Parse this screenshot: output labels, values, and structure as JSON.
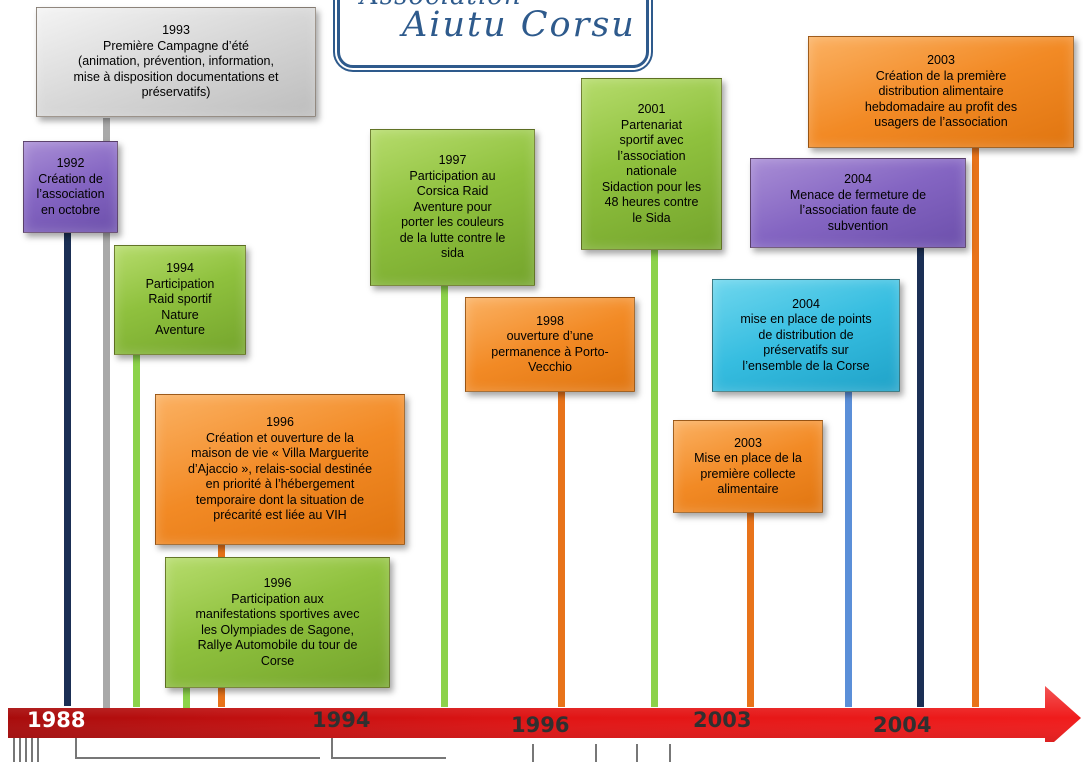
{
  "logo": {
    "line1": "Association",
    "line2": "Aiutu Corsu"
  },
  "timeline_labels": [
    "1988",
    "1994",
    "1996",
    "2003",
    "2004"
  ],
  "events": [
    {
      "id": "e1993-campagne",
      "year": "1993",
      "text": "Première Campagne d’été\n(animation, prévention, information,\nmise à disposition documentations et\npréservatifs)",
      "color": "gray"
    },
    {
      "id": "e1992-creation",
      "year": "1992",
      "text": "Création de\nl’association\nen octobre",
      "color": "purple"
    },
    {
      "id": "e1994-raid",
      "year": "1994",
      "text": "Participation\nRaid sportif\nNature\nAventure",
      "color": "green"
    },
    {
      "id": "e1996-villa",
      "year": "1996",
      "text": "Création et ouverture de la\nmaison de vie « Villa Marguerite\nd’Ajaccio », relais-social destinée\nen priorité à l’hébergement\ntemporaire dont la situation de\nprécarité est liée au VIH",
      "color": "orange"
    },
    {
      "id": "e1996-olympiades",
      "year": "1996",
      "text": "Participation aux\nmanifestations sportives avec\nles Olympiades de Sagone,\nRallye Automobile du tour de\nCorse",
      "color": "green"
    },
    {
      "id": "e1997-corsica-raid",
      "year": "1997",
      "text": "Participation au\nCorsica Raid\nAventure pour\nporter les couleurs\nde la lutte contre le\nsida",
      "color": "green"
    },
    {
      "id": "e1998-permanence",
      "year": "1998",
      "text": "ouverture d’une\npermanence  à Porto-\nVecchio",
      "color": "orange"
    },
    {
      "id": "e2001-sidaction",
      "year": "2001",
      "text": "Partenariat\nsportif avec\nl’association\nnationale\nSidaction pour les\n48 heures contre\nle Sida",
      "color": "green"
    },
    {
      "id": "e2003-collecte",
      "year": "2003",
      "text": "Mise en place de la\npremière collecte\nalimentaire",
      "color": "orange"
    },
    {
      "id": "e2004-preservatifs",
      "year": "2004",
      "text": "mise en place de points\nde distribution de\npréservatifs sur\nl’ensemble de la Corse",
      "color": "blue"
    },
    {
      "id": "e2004-menace",
      "year": "2004",
      "text": "Menace de fermeture de\nl’association faute de\nsubvention",
      "color": "purple"
    },
    {
      "id": "e2003-distribution",
      "year": "2003",
      "text": "Création de la première\ndistribution alimentaire\nhebdomadaire au profit des\nusagers de l’association",
      "color": "orange"
    }
  ],
  "colors": {
    "timeline_arrow": "#d01010",
    "navy_stem": "#1b2f55",
    "gray_stem": "#a9a9a9",
    "green_stem": "#8cd24a",
    "orange_stem": "#e8731a",
    "blue_stem": "#5b8fd8",
    "logo_blue": "#2e5a8c"
  }
}
